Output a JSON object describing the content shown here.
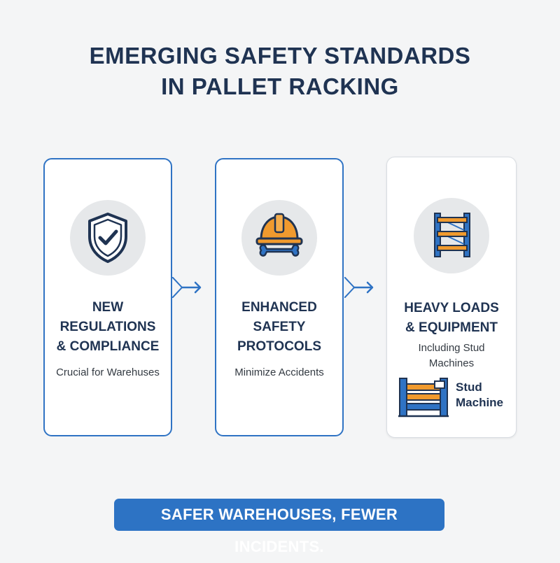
{
  "title": {
    "line1": "EMERGING SAFETY STANDARDS",
    "line2": "IN PALLET RACKING"
  },
  "steps": [
    {
      "title_lines": [
        "NEW",
        "REGULATIONS",
        "& COMPLIANCE"
      ],
      "subtitle": "Crucial for Warehuses",
      "icon": "shield-check-icon"
    },
    {
      "title_lines": [
        "ENHANCED",
        "SAFETY",
        "PROTOCOLS"
      ],
      "subtitle": "Minimize Accidents",
      "icon": "hard-hat-wrench-icon"
    },
    {
      "title_lines": [
        "HEAVY LOADS",
        "& EQUIPMENT"
      ],
      "subtitle_lines": [
        "Including Stud",
        "Machines"
      ],
      "icon": "pallet-rack-icon",
      "extra_icon": "stud-machine-icon",
      "extra_label_lines": [
        "Stud",
        "Machine"
      ]
    }
  ],
  "banner": "SAFER WAREHOUSES, FEWER INCIDENTS.",
  "colors": {
    "navy": "#1f3352",
    "blue": "#2f73c4",
    "orange": "#f09a2e",
    "background": "#f4f5f6"
  }
}
